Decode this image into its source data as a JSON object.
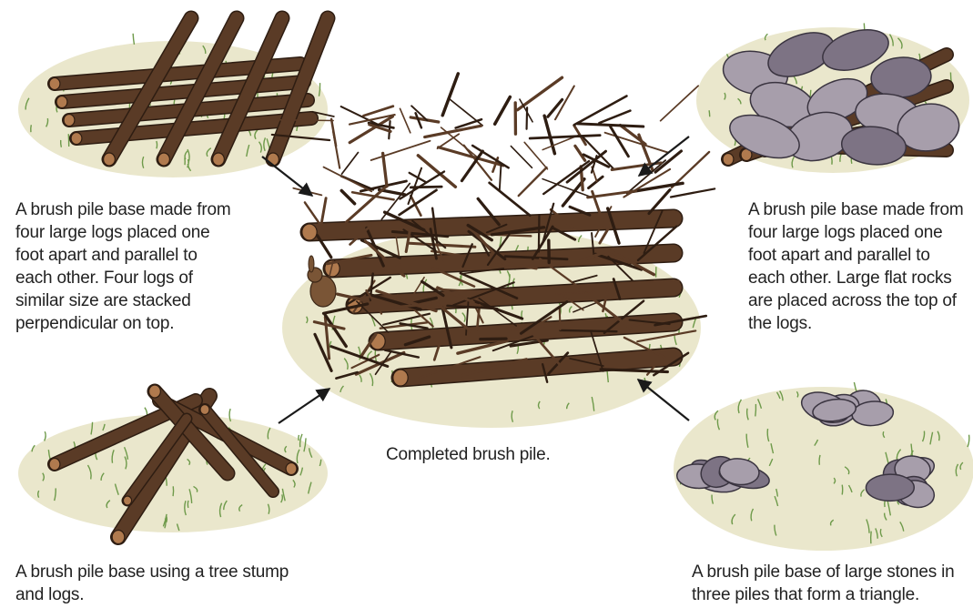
{
  "captions": {
    "log_crib": "A brush pile base made from\nfour large logs placed one\nfoot apart and parallel to\neach other. Four logs of\nsimilar size are stacked\nperpendicular on top.",
    "logs_and_rocks": "A brush pile base made from\nfour large logs placed one\nfoot apart and parallel to\neach other. Large flat rocks\nare placed across the top of\nthe logs.",
    "stump_and_logs": "A brush pile base using a tree stump\nand logs.",
    "stone_piles": "A brush pile base of large stones in\nthree piles that form a triangle.",
    "completed": "Completed brush pile."
  },
  "colors": {
    "log": "#5a3b26",
    "log_dark": "#2e1d12",
    "log_end": "#b07a4e",
    "grass": "#6e9a4a",
    "ground": "#e8e4c6",
    "rock": "#7d7384",
    "rock_light": "#a79eab",
    "arrow": "#1a1a1a"
  },
  "icons": {
    "arrow": "arrow-icon",
    "rabbit": "rabbit-icon"
  }
}
